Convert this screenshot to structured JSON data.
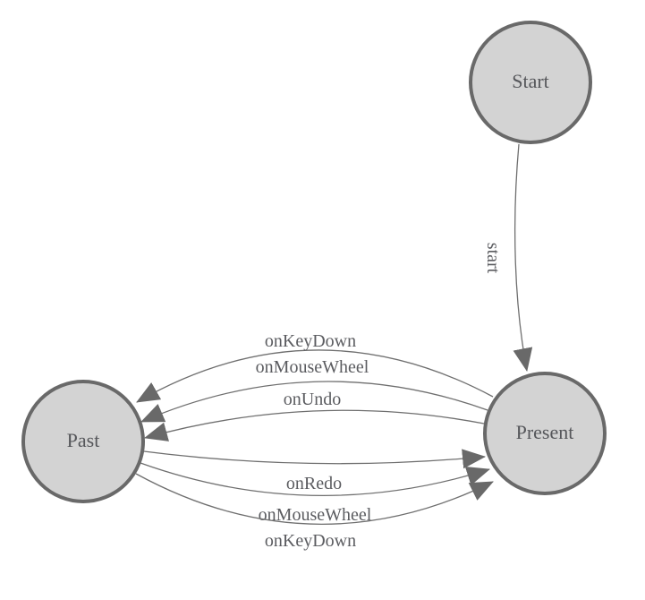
{
  "diagram": {
    "kind": "state-machine",
    "colors": {
      "background": "#ffffff",
      "node_fill": "#d3d3d3",
      "node_stroke": "#696969",
      "edge_stroke": "#6f6f6f",
      "arrowhead_fill": "#696969",
      "label_text": "#55565a"
    },
    "nodes": [
      {
        "id": "start",
        "label": "Start"
      },
      {
        "id": "present",
        "label": "Present"
      },
      {
        "id": "past",
        "label": "Past"
      }
    ],
    "edges": [
      {
        "from": "Start",
        "to": "Present",
        "label": "start"
      },
      {
        "from": "Present",
        "to": "Past",
        "label": "onKeyDown"
      },
      {
        "from": "Present",
        "to": "Past",
        "label": "onMouseWheel"
      },
      {
        "from": "Present",
        "to": "Past",
        "label": "onUndo"
      },
      {
        "from": "Past",
        "to": "Present",
        "label": "onRedo"
      },
      {
        "from": "Past",
        "to": "Present",
        "label": "onMouseWheel"
      },
      {
        "from": "Past",
        "to": "Present",
        "label": "onKeyDown"
      }
    ]
  }
}
